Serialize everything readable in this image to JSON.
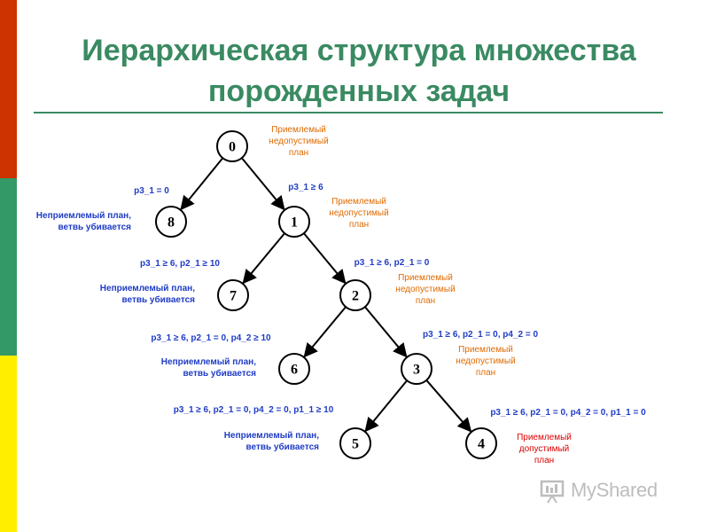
{
  "title": {
    "line1": "Иерархическая структура множества",
    "line2": "порожденных задач"
  },
  "colors": {
    "title": "#3a8a62",
    "condition": "#1f3cc6",
    "status_acceptable": "#e06a00",
    "status_feasible": "#dd0000",
    "sidebar": [
      "#cc3300",
      "#339966",
      "#ffee00"
    ]
  },
  "nodes": [
    {
      "id": "0",
      "label": "0",
      "status": [
        "Приемлемый",
        "недопустимый",
        "план"
      ],
      "status_kind": "acceptable"
    },
    {
      "id": "8",
      "label": "8",
      "status": [
        "Неприемлемый план,",
        "ветвь убивается"
      ],
      "status_kind": "rejected"
    },
    {
      "id": "1",
      "label": "1",
      "status": [
        "Приемлемый",
        "недопустимый",
        "план"
      ],
      "status_kind": "acceptable"
    },
    {
      "id": "7",
      "label": "7",
      "status": [
        "Неприемлемый план,",
        "ветвь убивается"
      ],
      "status_kind": "rejected"
    },
    {
      "id": "2",
      "label": "2",
      "status": [
        "Приемлемый",
        "недопустимый",
        "план"
      ],
      "status_kind": "acceptable"
    },
    {
      "id": "6",
      "label": "6",
      "status": [
        "Неприемлемый план,",
        "ветвь убивается"
      ],
      "status_kind": "rejected"
    },
    {
      "id": "3",
      "label": "3",
      "status": [
        "Приемлемый",
        "недопустимый",
        "план"
      ],
      "status_kind": "acceptable"
    },
    {
      "id": "5",
      "label": "5",
      "status": [
        "Неприемлемый план,",
        "ветвь убивается"
      ],
      "status_kind": "rejected"
    },
    {
      "id": "4",
      "label": "4",
      "status": [
        "Приемлемый",
        "допустимый",
        "план"
      ],
      "status_kind": "feasible"
    }
  ],
  "edges": [
    {
      "from": "0",
      "to": "8",
      "condition": "p3_1 = 0"
    },
    {
      "from": "0",
      "to": "1",
      "condition": "p3_1 ≥ 6"
    },
    {
      "from": "1",
      "to": "7",
      "condition": "p3_1 ≥ 6,  p2_1 ≥ 10"
    },
    {
      "from": "1",
      "to": "2",
      "condition": "p3_1 ≥ 6,  p2_1 = 0"
    },
    {
      "from": "2",
      "to": "6",
      "condition": "p3_1 ≥ 6,  p2_1 = 0,  p4_2 ≥ 10"
    },
    {
      "from": "2",
      "to": "3",
      "condition": "p3_1 ≥ 6,  p2_1 = 0,  p4_2 = 0"
    },
    {
      "from": "3",
      "to": "5",
      "condition": "p3_1 ≥ 6,  p2_1 = 0,  p4_2 = 0,  p1_1 ≥ 10"
    },
    {
      "from": "3",
      "to": "4",
      "condition": "p3_1 ≥ 6,  p2_1 = 0,  p4_2 = 0,  p1_1 = 0"
    }
  ],
  "watermark": {
    "text": "MyShared"
  }
}
